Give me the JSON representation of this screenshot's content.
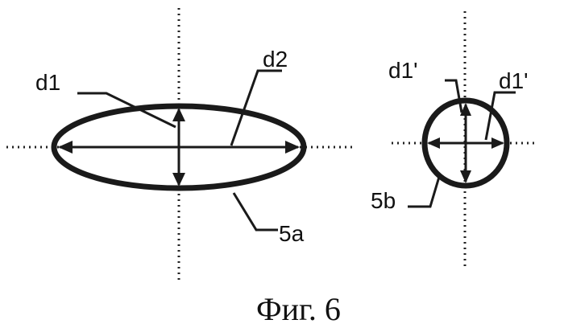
{
  "figure": {
    "labels": {
      "d1": "d1",
      "d2": "d2",
      "part_a": "5a",
      "d1_prime_left": "d1'",
      "d1_prime_right": "d1'",
      "part_b": "5b"
    },
    "caption": "Фиг. 6"
  }
}
